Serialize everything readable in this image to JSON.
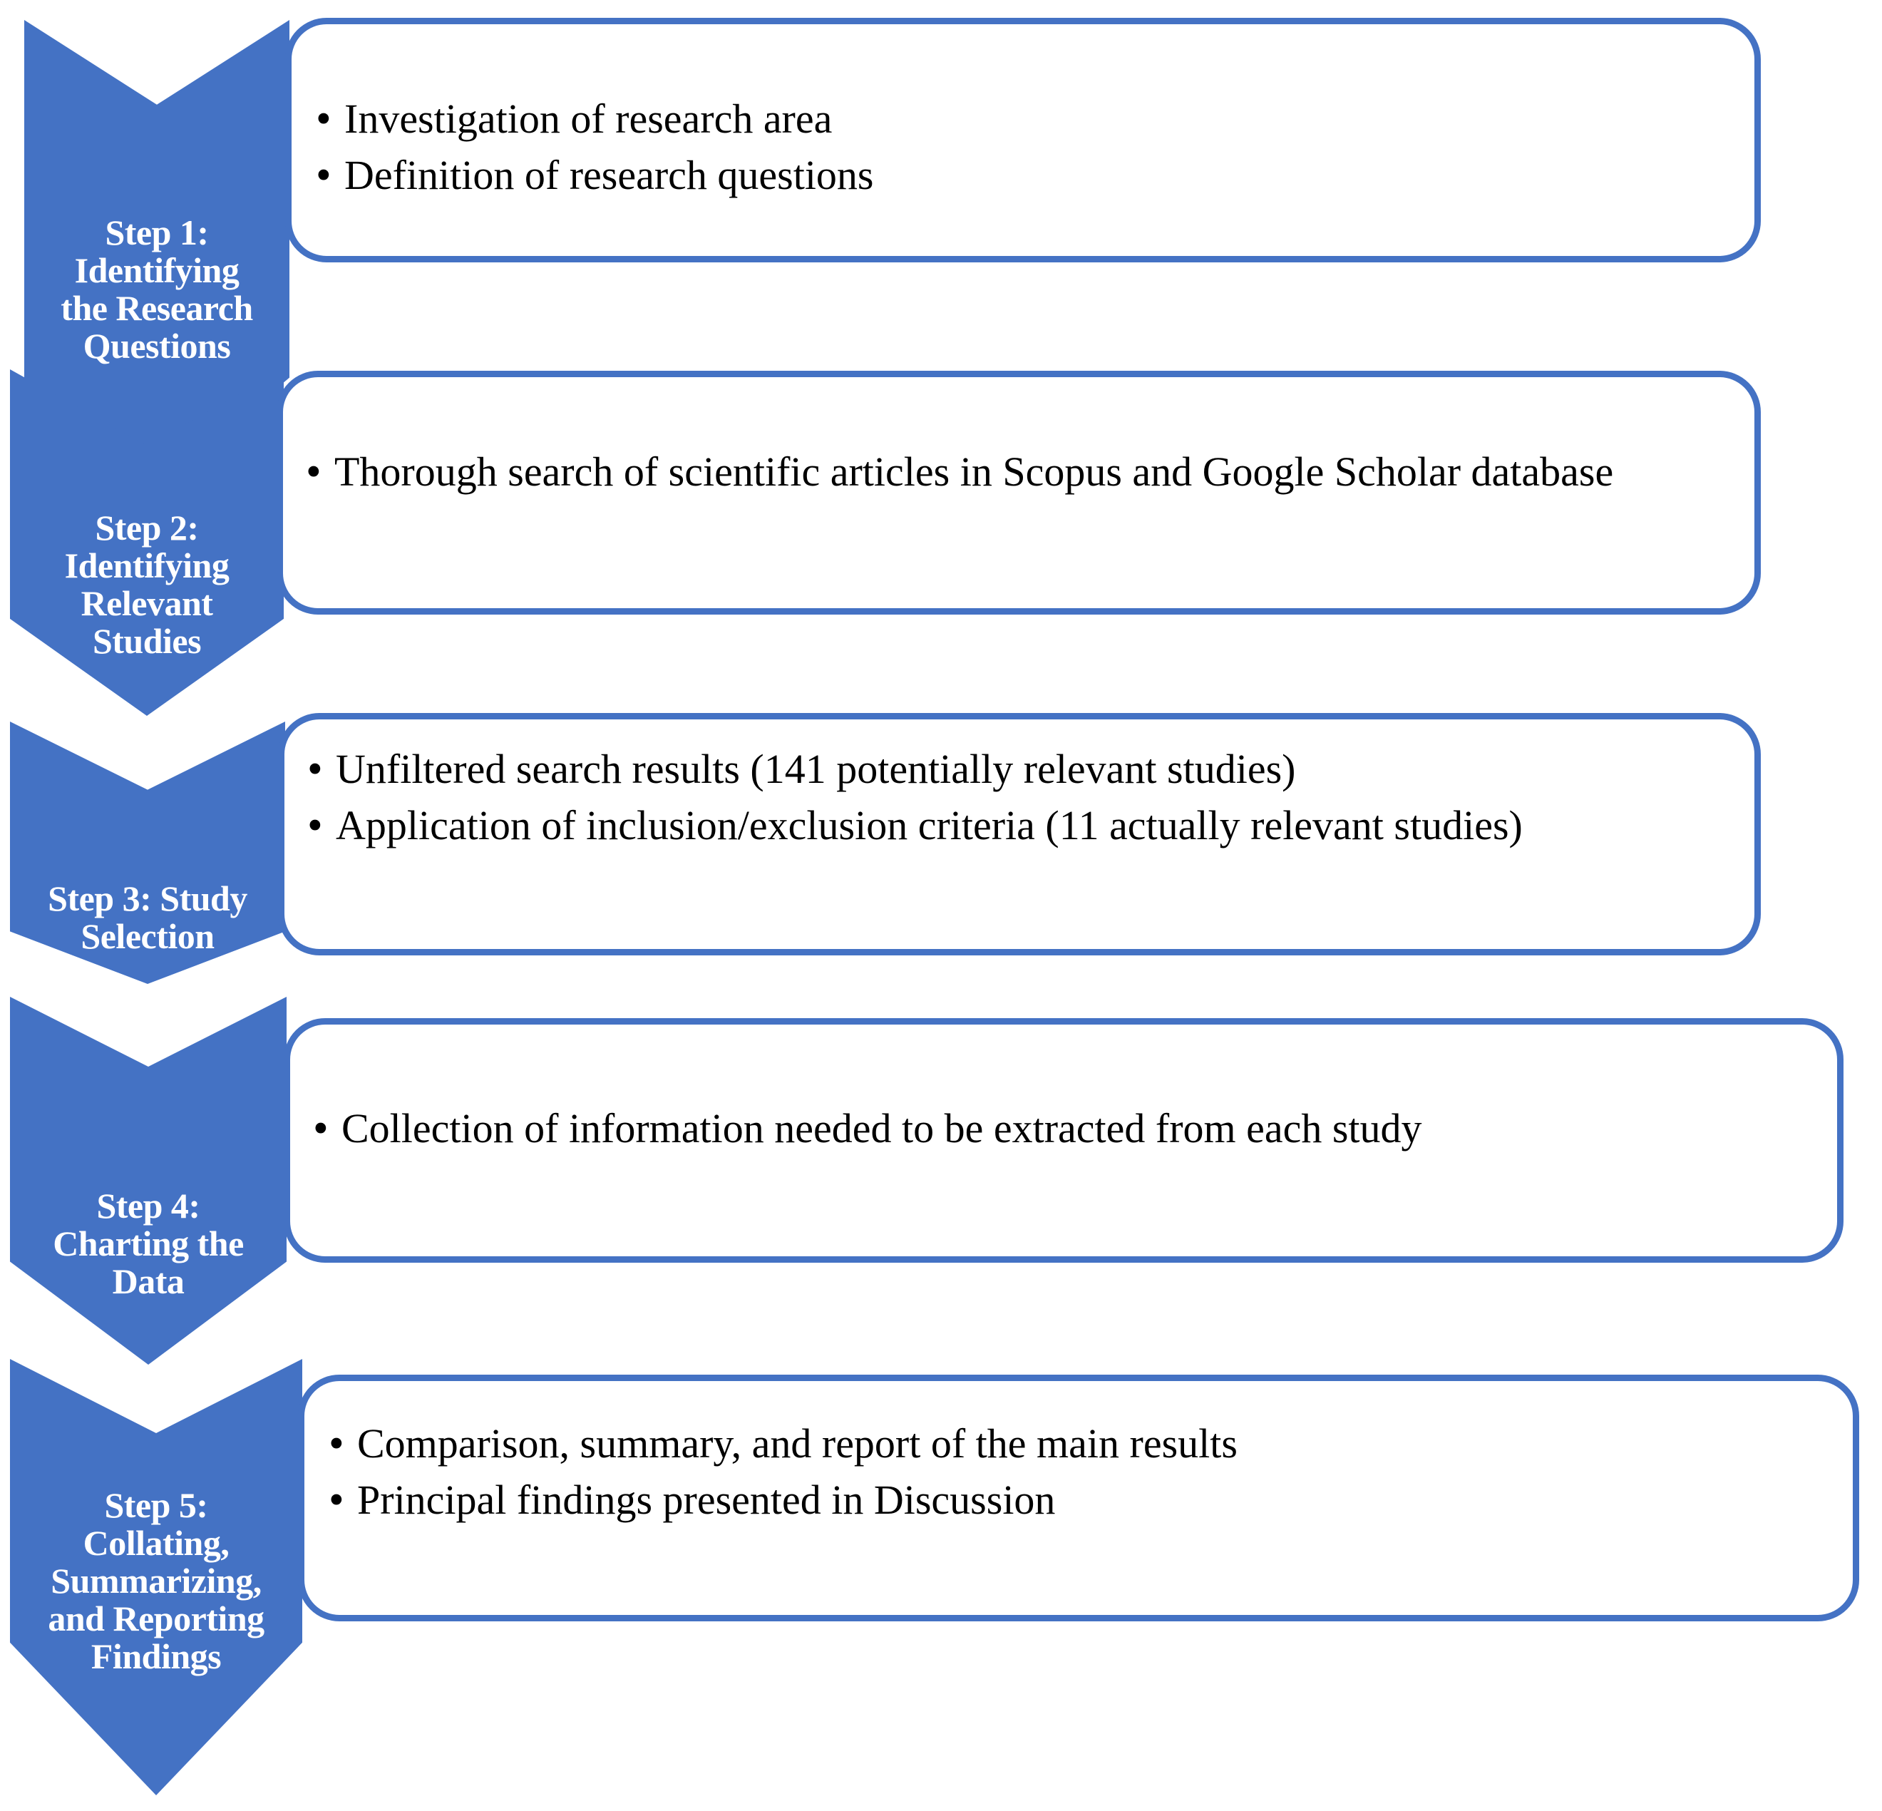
{
  "diagram": {
    "title": "Scoping review methodology five-step process flow",
    "accent_color": "#4472C4",
    "text_color": "#000000",
    "label_color": "#FFFFFF",
    "background": "#FFFFFF",
    "steps": [
      {
        "id": "step-1",
        "label": "Step 1: Identifying the Research Questions",
        "label_lines": [
          "Step 1:",
          "Identifying",
          "the Research",
          "Questions"
        ],
        "bullets": [
          "Investigation of research area",
          "Definition of research questions"
        ]
      },
      {
        "id": "step-2",
        "label": "Step 2: Identifying Relevant Studies",
        "label_lines": [
          "Step 2:",
          "Identifying",
          "Relevant",
          "Studies"
        ],
        "bullets": [
          "Thorough search of scientific articles in Scopus and Google Scholar database"
        ]
      },
      {
        "id": "step-3",
        "label": "Step 3: Study Selection",
        "label_lines": [
          "Step 3: Study",
          "Selection"
        ],
        "bullets": [
          "Unfiltered search results (141 potentially relevant studies)",
          "Application of inclusion/exclusion criteria (11 actually relevant studies)"
        ]
      },
      {
        "id": "step-4",
        "label": "Step 4: Charting the Data",
        "label_lines": [
          "Step 4:",
          "Charting the",
          "Data"
        ],
        "bullets": [
          "Collection of information needed to be extracted from each study"
        ]
      },
      {
        "id": "step-5",
        "label": "Step 5: Collating, Summarizing, and Reporting Findings",
        "label_lines": [
          "Step 5:",
          "Collating,",
          "Summarizing,",
          "and Reporting",
          "Findings"
        ],
        "bullets": [
          "Comparison, summary, and report of the main results",
          "Principal findings presented in Discussion"
        ]
      }
    ]
  }
}
